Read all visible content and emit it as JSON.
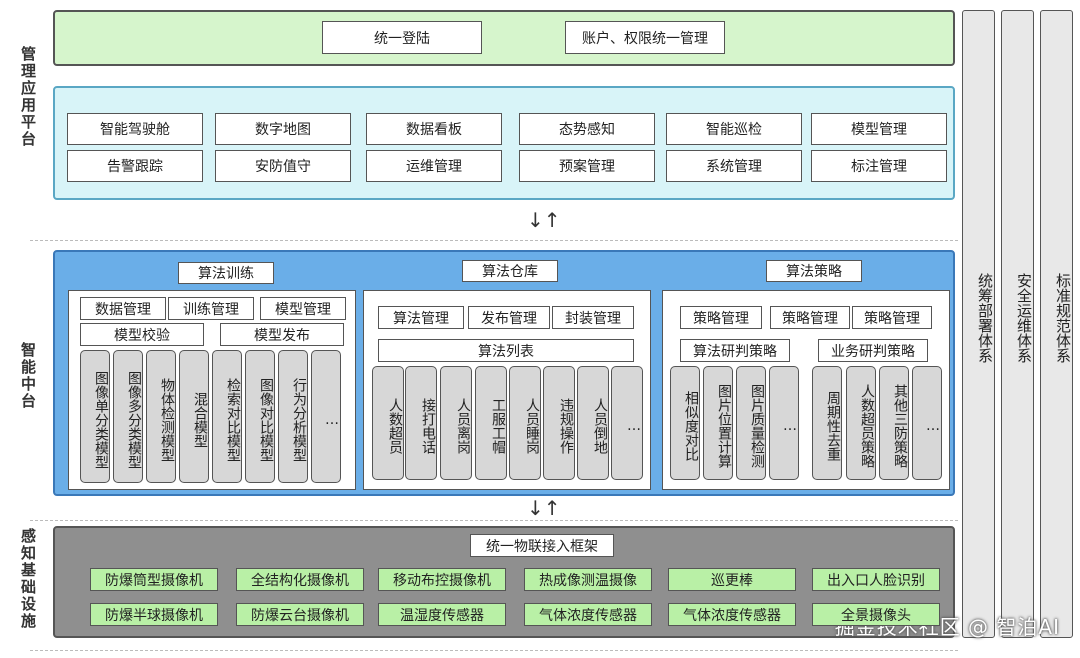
{
  "layers": {
    "management": "管理应用平台",
    "middle": "智能中台",
    "perception": "感知基础设施"
  },
  "auth": {
    "login": "统一登陆",
    "account": "账户、权限统一管理"
  },
  "apps": {
    "row1": [
      "智能驾驶舱",
      "数字地图",
      "数据看板",
      "态势感知",
      "智能巡检",
      "模型管理"
    ],
    "row2": [
      "告警跟踪",
      "安防值守",
      "运维管理",
      "预案管理",
      "系统管理",
      "标注管理"
    ]
  },
  "training": {
    "title": "算法训练",
    "tags": [
      "数据管理",
      "训练管理",
      "模型管理"
    ],
    "sub": [
      "模型校验",
      "模型发布"
    ],
    "columns": [
      "图像单分类模型",
      "图像多分类模型",
      "物体检测模型",
      "混合模型",
      "检索对比模型",
      "图像对比模型",
      "行为分析模型",
      "…"
    ]
  },
  "warehouse": {
    "title": "算法仓库",
    "tags": [
      "算法管理",
      "发布管理",
      "封装管理"
    ],
    "list": "算法列表",
    "columns": [
      "人数超员",
      "接打电话",
      "人员离岗",
      "工服工帽",
      "人员睡岗",
      "违规操作",
      "人员倒地",
      "…"
    ]
  },
  "strategy": {
    "title": "算法策略",
    "tags": [
      "策略管理",
      "策略管理",
      "策略管理"
    ],
    "sub": [
      "算法研判策略",
      "业务研判策略"
    ],
    "columns": [
      "相似度对比",
      "图片位置计算",
      "图片质量检测",
      "…",
      "周期性去重",
      "人数超员策略",
      "其他三防策略",
      "…"
    ]
  },
  "iot": {
    "title": "统一物联接入框架",
    "row1": [
      "防爆筒型摄像机",
      "全结构化摄像机",
      "移动布控摄像机",
      "热成像测温摄像",
      "巡更棒",
      "出入口人脸识别"
    ],
    "row2": [
      "防爆半球摄像机",
      "防爆云台摄像机",
      "温湿度传感器",
      "气体浓度传感器",
      "气体浓度传感器",
      "全景摄像头"
    ]
  },
  "side": [
    "统筹部署体系",
    "安全运维体系",
    "标准规范体系"
  ],
  "arrow_glyph": "↓↑",
  "watermark": "掘金技术社区 @ 智泊AI"
}
